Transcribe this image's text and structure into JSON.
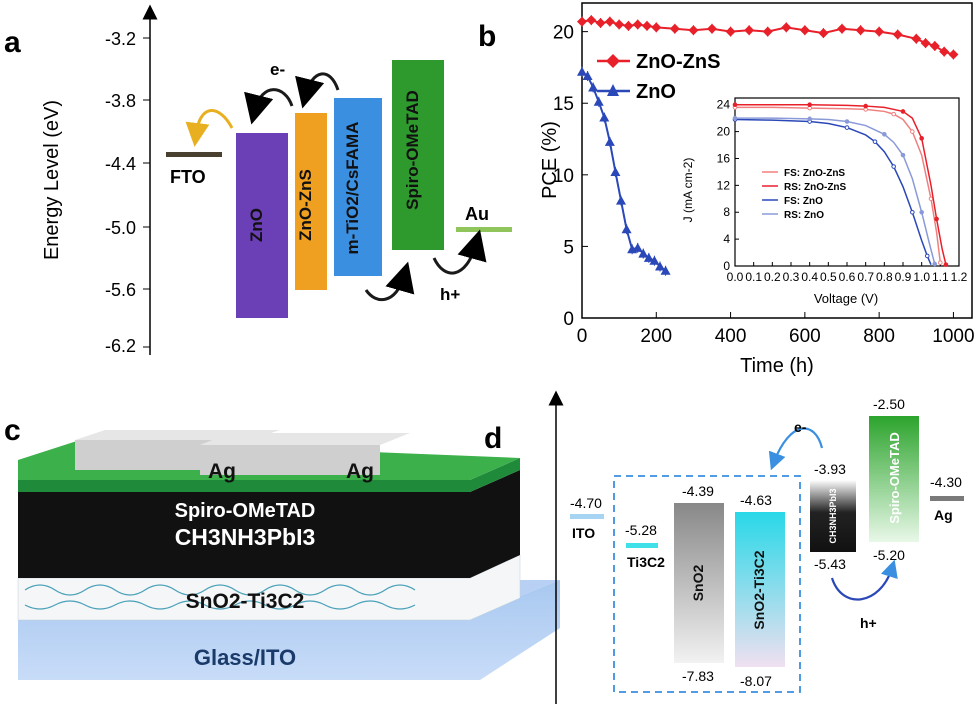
{
  "panels": {
    "a": {
      "label": "a",
      "ylabel": "Energy Level (eV)",
      "ticks": [
        "-3.2",
        "-3.8",
        "-4.4",
        "-5.0",
        "-5.6",
        "-6.2"
      ],
      "fto": "FTO",
      "zno": "ZnO",
      "znozns": "ZnO-ZnS",
      "tio2": "m-TiO2/CsFAMA",
      "spiro": "Spiro-OMeTAD",
      "au": "Au",
      "electron": "e-",
      "hole": "h+",
      "colors": {
        "zno": "#6b3fb5",
        "znozns": "#f0a020",
        "tio2": "#3b8fe0",
        "spiro": "#2e9a2e",
        "fto": "#4a4030",
        "au": "#8fc55a"
      }
    },
    "b": {
      "label": "b",
      "legend": [
        "ZnO-ZnS",
        "ZnO"
      ],
      "inset_legend": [
        "FS: ZnO-ZnS",
        "RS: ZnO-ZnS",
        "FS: ZnO",
        "RS: ZnO"
      ],
      "inset_ylabel": "J (mA cm-2)",
      "inset_xlabel": "Voltage (V)"
    },
    "c": {
      "label": "c",
      "layers": [
        "Ag",
        "Ag",
        "Spiro-OMeTAD",
        "CH3NH3PbI3",
        "SnO2-Ti3C2",
        "Glass/ITO"
      ]
    },
    "d": {
      "label": "d",
      "ito_value": "-4.70",
      "ito": "ITO",
      "ti3c2_value": "-5.28",
      "ti3c2": "Ti3C2",
      "sno2_top": "-4.39",
      "sno2_bottom": "-7.83",
      "sno2": "SnO2",
      "snoti_top": "-4.63",
      "snoti_bottom": "-8.07",
      "snoti": "SnO2-Ti3C2",
      "mapbi_top": "-3.93",
      "mapbi_bottom": "-5.43",
      "mapbi": "CH3NH3PbI3",
      "spiro_top": "-2.50",
      "spiro_bottom": "-5.20",
      "spiro": "Spiro-OMeTAD",
      "ag_value": "-4.30",
      "ag": "Ag",
      "electron": "e-",
      "hole": "h+"
    }
  },
  "chart_data": {
    "type": "line",
    "title": "",
    "xlabel": "Time (h)",
    "ylabel": "PCE (%)",
    "xlim": [
      0,
      1050
    ],
    "ylim": [
      0,
      22
    ],
    "xticks": [
      "0",
      "200",
      "400",
      "600",
      "800",
      "1000"
    ],
    "yticks": [
      "0",
      "5",
      "10",
      "15",
      "20"
    ],
    "series": [
      {
        "name": "ZnO-ZnS",
        "color": "#e8202a",
        "x": [
          0,
          25,
          50,
          75,
          100,
          125,
          150,
          175,
          200,
          250,
          300,
          350,
          400,
          450,
          500,
          550,
          600,
          650,
          700,
          750,
          800,
          850,
          900,
          925,
          950,
          975,
          1000
        ],
        "y": [
          20.7,
          20.8,
          20.6,
          20.7,
          20.5,
          20.4,
          20.5,
          20.4,
          20.3,
          20.2,
          20.1,
          20.2,
          20.0,
          20.1,
          20.0,
          20.3,
          20.1,
          19.9,
          20.2,
          20.1,
          20.0,
          19.8,
          19.5,
          19.2,
          19.0,
          18.6,
          18.4
        ]
      },
      {
        "name": "ZnO",
        "color": "#2a48b8",
        "x": [
          0,
          15,
          30,
          45,
          60,
          75,
          90,
          105,
          120,
          135,
          150,
          165,
          180,
          195,
          210,
          225
        ],
        "y": [
          17.2,
          16.9,
          16.1,
          15.1,
          14.0,
          12.3,
          10.2,
          8.2,
          6.2,
          4.8,
          4.9,
          4.5,
          4.2,
          4.0,
          3.6,
          3.3
        ]
      }
    ],
    "inset": {
      "type": "line",
      "xlim": [
        0,
        1.2
      ],
      "ylim": [
        0,
        25
      ],
      "xticks": [
        "0.0",
        "0.1",
        "0.2",
        "0.3",
        "0.4",
        "0.5",
        "0.6",
        "0.7",
        "0.8",
        "0.9",
        "1.0",
        "1.1",
        "1.2"
      ],
      "yticks": [
        "0",
        "4",
        "8",
        "12",
        "16",
        "20",
        "24"
      ],
      "series": [
        {
          "name": "FS: ZnO-ZnS",
          "color": "#f08080",
          "x": [
            0,
            0.2,
            0.4,
            0.6,
            0.7,
            0.8,
            0.85,
            0.9,
            0.95,
            1.0,
            1.05,
            1.08,
            1.1
          ],
          "y": [
            23.6,
            23.6,
            23.5,
            23.4,
            23.3,
            23.0,
            22.6,
            21.8,
            20.0,
            16.5,
            10.0,
            5.0,
            0.5
          ]
        },
        {
          "name": "RS: ZnO-ZnS",
          "color": "#e8202a",
          "x": [
            0,
            0.2,
            0.4,
            0.6,
            0.7,
            0.8,
            0.9,
            0.95,
            1.0,
            1.05,
            1.08,
            1.11,
            1.13
          ],
          "y": [
            24.0,
            24.0,
            24.0,
            23.9,
            23.8,
            23.6,
            23.0,
            22.0,
            19.0,
            12.0,
            7.0,
            2.5,
            0.2
          ]
        },
        {
          "name": "FS: ZnO",
          "color": "#2a48b8",
          "x": [
            0,
            0.2,
            0.4,
            0.5,
            0.6,
            0.7,
            0.75,
            0.8,
            0.85,
            0.9,
            0.95,
            1.0,
            1.03,
            1.05
          ],
          "y": [
            21.8,
            21.7,
            21.5,
            21.2,
            20.6,
            19.5,
            18.5,
            17.0,
            14.8,
            11.8,
            8.0,
            3.8,
            1.5,
            0.2
          ]
        },
        {
          "name": "RS: ZnO",
          "color": "#8a9ad8",
          "x": [
            0,
            0.2,
            0.4,
            0.5,
            0.6,
            0.7,
            0.8,
            0.85,
            0.9,
            0.95,
            1.0,
            1.04,
            1.07
          ],
          "y": [
            22.0,
            22.0,
            21.9,
            21.8,
            21.5,
            20.9,
            19.6,
            18.4,
            16.5,
            13.0,
            8.0,
            3.5,
            0.3
          ]
        }
      ]
    }
  }
}
